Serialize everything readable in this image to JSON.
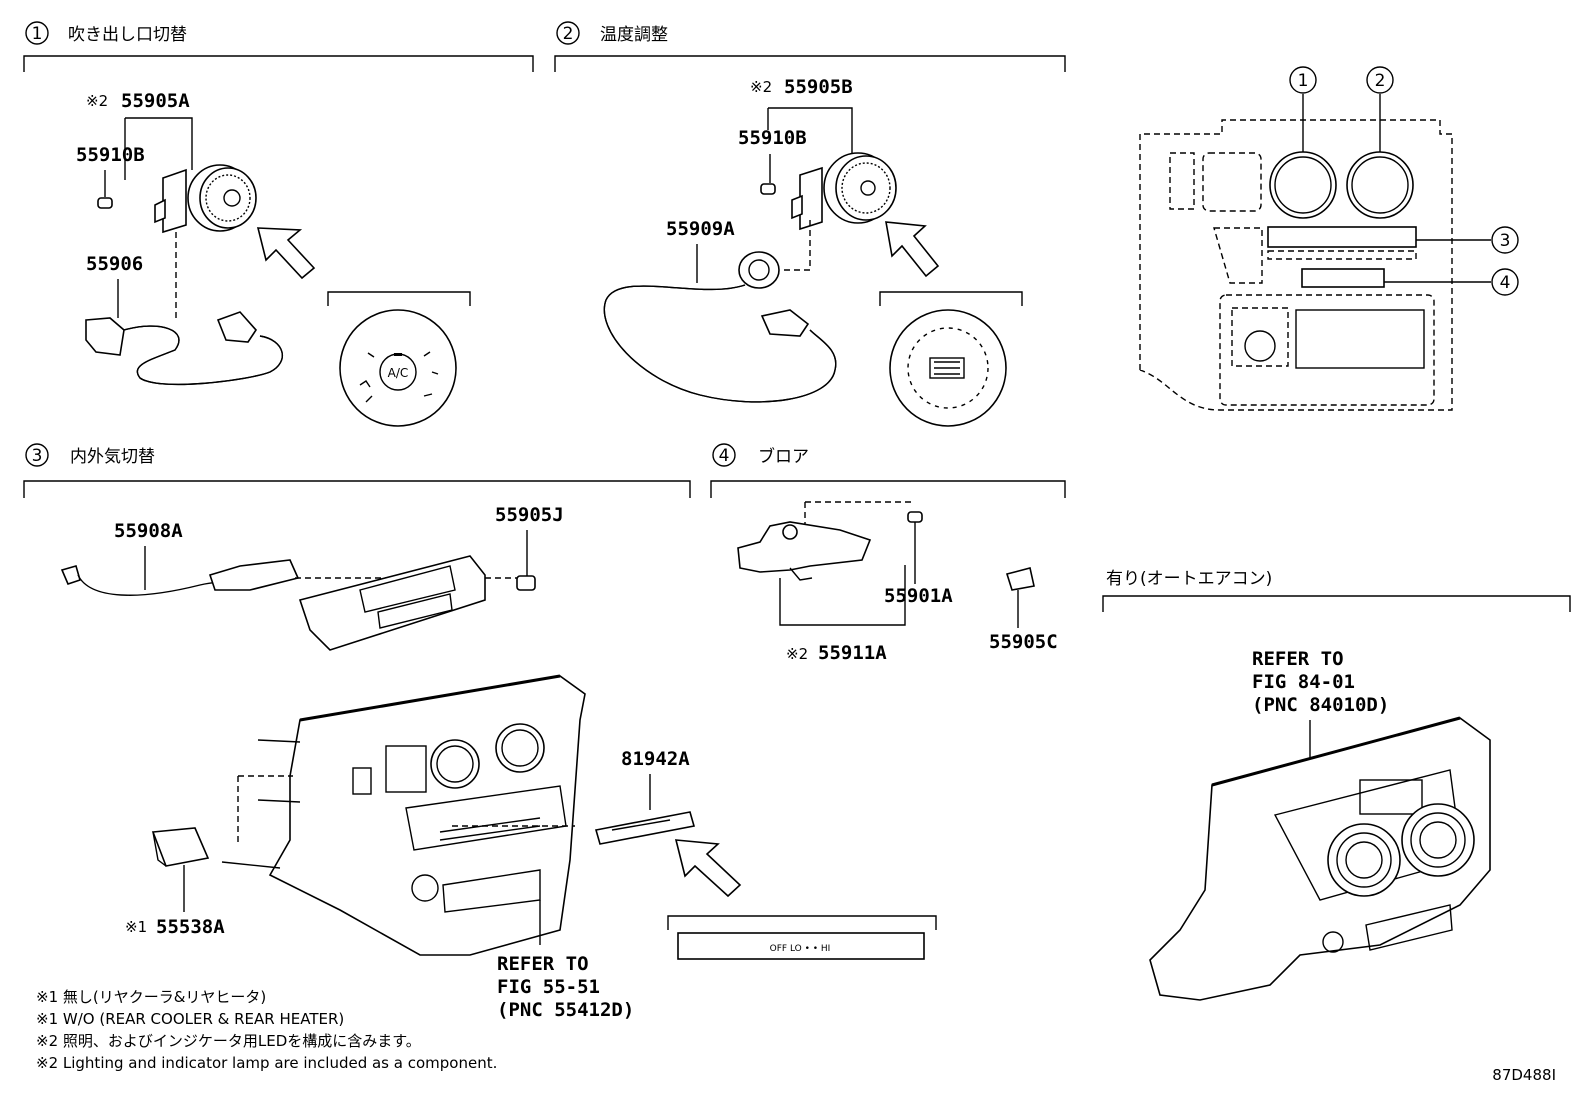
{
  "sections": [
    {
      "num": "1",
      "title": "吹き出し口切替"
    },
    {
      "num": "2",
      "title": "温度調整"
    },
    {
      "num": "3",
      "title": "内外気切替"
    },
    {
      "num": "4",
      "title": "ブロア"
    }
  ],
  "option_label": "有り(オートエアコン)",
  "parts": {
    "p55905A": "55905A",
    "p55910B_1": "55910B",
    "p55906": "55906",
    "p55905B": "55905B",
    "p55910B_2": "55910B",
    "p55909A": "55909A",
    "p55908A": "55908A",
    "p55905J": "55905J",
    "p55901A": "55901A",
    "p55911A": "55911A",
    "p55905C": "55905C",
    "p81942A": "81942A",
    "p55538A": "55538A"
  },
  "marks": {
    "m2": "※2",
    "m1": "※1"
  },
  "dial_label": "A/C",
  "overview_callouts": [
    "1",
    "2",
    "3",
    "4"
  ],
  "refer_55": {
    "line1": "REFER TO",
    "line2": "FIG 55-51",
    "line3": "(PNC 55412D)"
  },
  "refer_84": {
    "line1": "REFER TO",
    "line2": "FIG 84-01",
    "line3": "(PNC 84010D)"
  },
  "blower_panel_text": "OFF LO  •  •  HI",
  "notes": [
    "※1 無し(リヤクーラ&リヤヒータ)",
    "※1 W/O (REAR COOLER & REAR HEATER)",
    "※2 照明、およびインジケータ用LEDを構成に含みます。",
    "※2 Lighting and indicator lamp are included as a component."
  ],
  "figure_id": "87D488I"
}
